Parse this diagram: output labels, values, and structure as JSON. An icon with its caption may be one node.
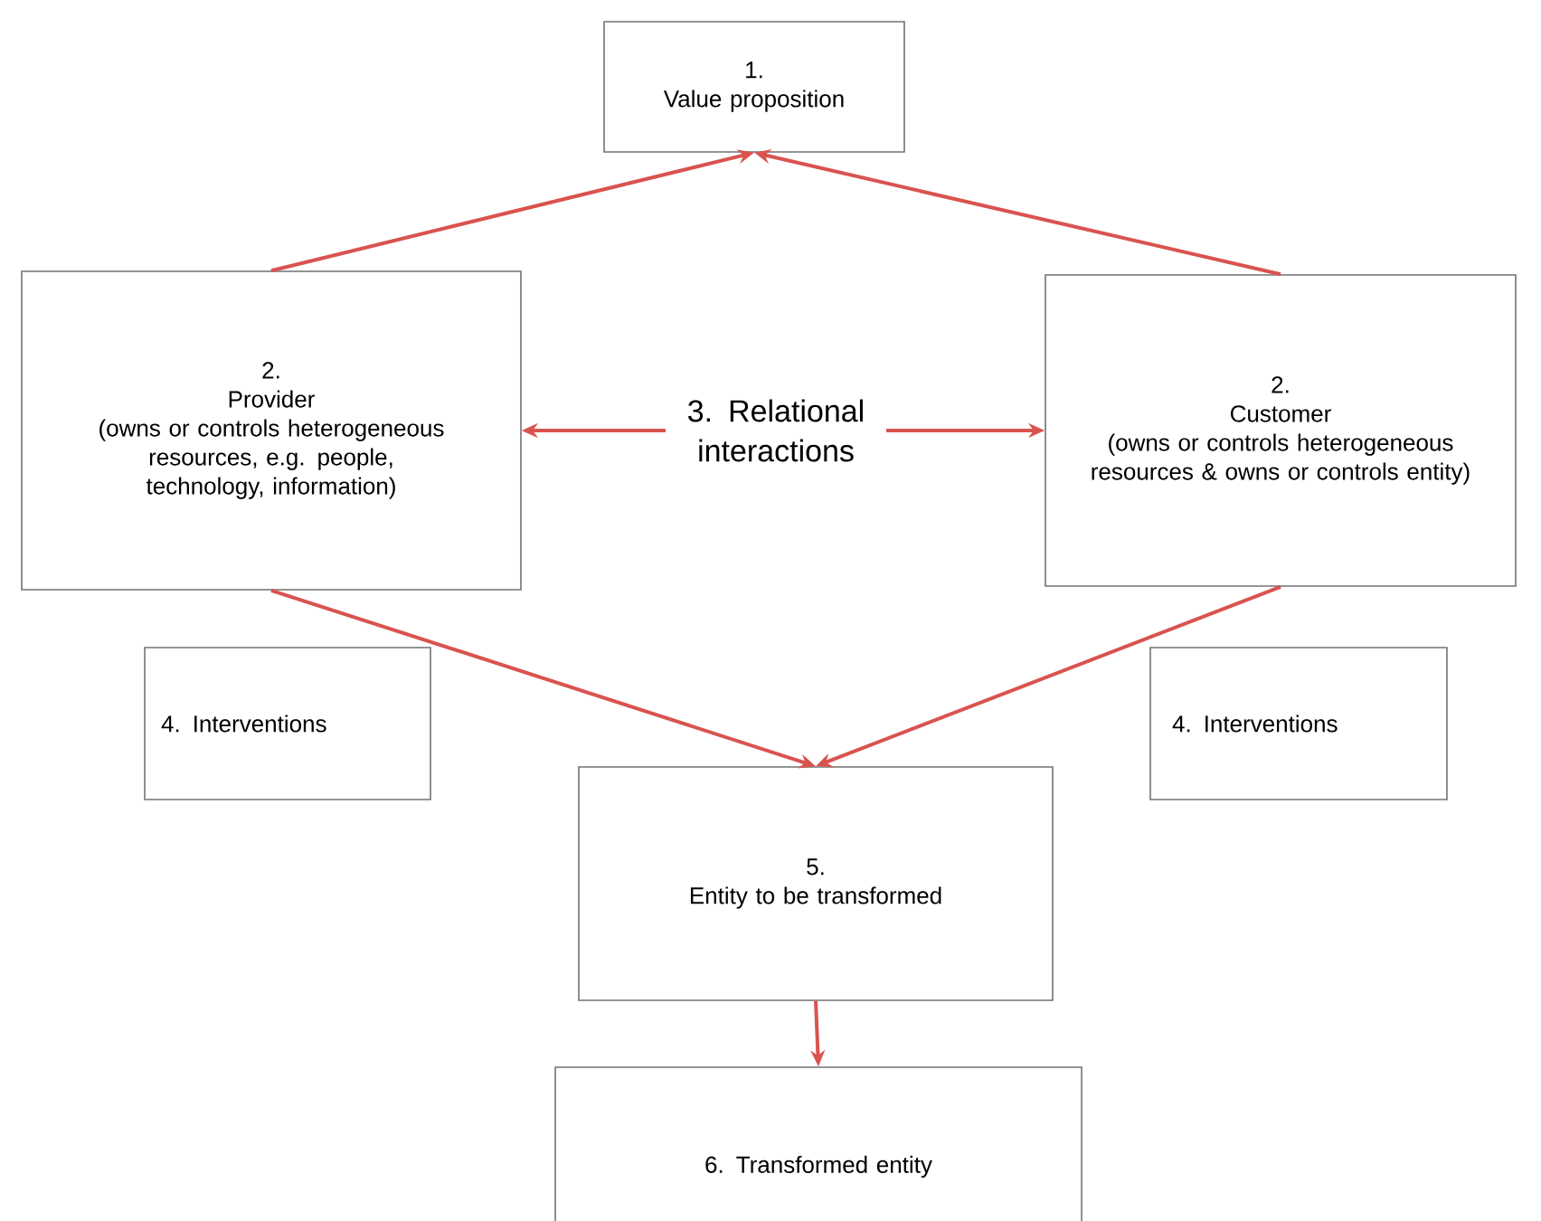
{
  "diagram": {
    "nodes": [
      {
        "text": [
          "1.",
          "Value proposition"
        ]
      },
      {
        "text": [
          "2.",
          "Provider",
          "(owns or controls heterogeneous resources, e.g. people, technology, information)"
        ]
      },
      {
        "text": [
          "2.",
          "Customer",
          "(owns or controls heterogeneous resources & owns or controls entity)"
        ]
      },
      {
        "text": [
          "4. Interventions"
        ]
      },
      {
        "text": [
          "4. Interventions"
        ]
      },
      {
        "text": [
          "5.",
          "Entity to be transformed"
        ]
      },
      {
        "text": [
          "6. Transformed entity"
        ]
      }
    ],
    "edges": [
      {
        "from": 1,
        "to": 0,
        "arrow": "to"
      },
      {
        "from": 2,
        "to": 0,
        "arrow": "to"
      },
      {
        "from": 1,
        "to": 2,
        "arrow": "both",
        "label": "3. Relational interactions"
      },
      {
        "from": 1,
        "to": 5,
        "arrow": "to"
      },
      {
        "from": 2,
        "to": 5,
        "arrow": "to"
      },
      {
        "from": 5,
        "to": 6,
        "arrow": "to"
      }
    ]
  }
}
